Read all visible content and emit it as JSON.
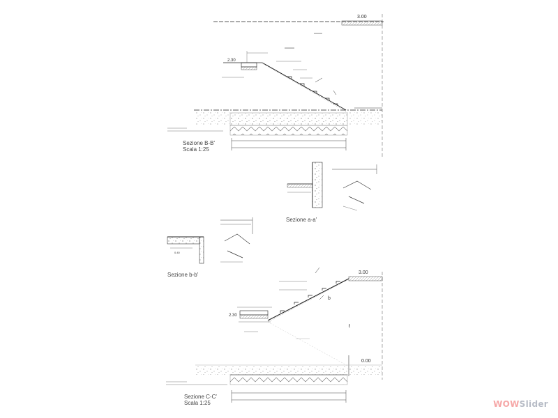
{
  "section_top": {
    "title": "Sezione B-B'",
    "scale": "Scala 1:25",
    "level_right": "3.00",
    "level_left": "2.30"
  },
  "detail_mid_right": {
    "title": "Sezione a-a'"
  },
  "detail_mid_left": {
    "title": "Sezione b-b'",
    "dim": "0.40"
  },
  "section_bottom": {
    "title": "Sezione C-C'",
    "scale": "Scala 1:25",
    "level_top": "3.00",
    "level_left": "2.30",
    "level_right": "0.00",
    "mark_b": "b"
  },
  "watermark": {
    "part1": "WOW",
    "part2": "Slider"
  }
}
